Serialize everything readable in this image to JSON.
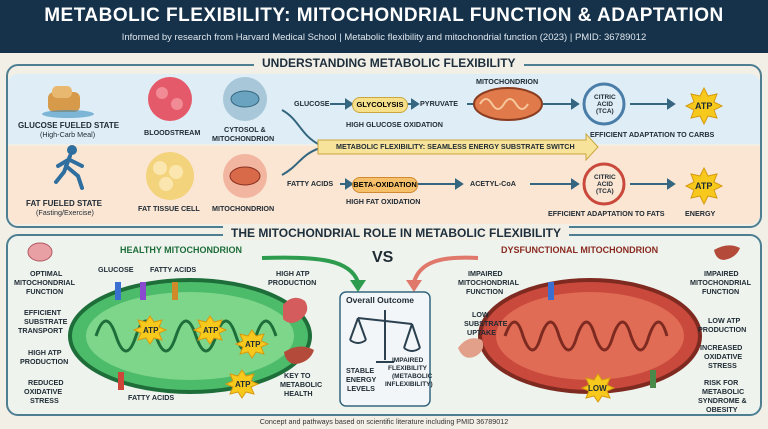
{
  "header": {
    "title": "METABOLIC FLEXIBILITY: MITOCHONDRIAL FUNCTION & ADAPTATION",
    "subtitle": "Informed by research from Harvard Medical School | Metabolic flexibility and mitochondrial function (2023) | PMID: 36789012"
  },
  "top": {
    "title": "UNDERSTANDING METABOLIC FLEXIBILITY",
    "glucose_state": "GLUCOSE FUELED STATE",
    "glucose_state_sub": "(High-Carb Meal)",
    "fat_state": "FAT FUELED STATE",
    "fat_state_sub": "(Fasting/Exercise)",
    "bloodstream": "BLOODSTREAM",
    "cytosol": "CYTOSOL &",
    "cytosol2": "MITOCHONDRION",
    "fat_cell": "FAT TISSUE CELL",
    "mitochondrion": "MITOCHONDRION",
    "glucose": "GLUCOSE",
    "glycolysis": "GLYCOLYSIS",
    "pyruvate": "PYRUVATE",
    "mito_label": "MITOCHONDRION",
    "citric1": "CITRIC",
    "citric2": "ACID",
    "citric3": "(TCA)",
    "atp": "ATP",
    "high_glucose_ox": "HIGH GLUCOSE OXIDATION",
    "efficient_carbs": "EFFICIENT ADAPTATION TO CARBS",
    "switch": "METABOLIC FLEXIBILITY: SEAMLESS ENERGY SUBSTRATE SWITCH",
    "fatty_acids": "FATTY ACIDS",
    "beta_ox": "BETA-OXIDATION",
    "acetyl": "ACETYL-CoA",
    "high_fat_ox": "HIGH FAT OXIDATION",
    "efficient_fats": "EFFICIENT ADAPTATION TO FATS",
    "energy": "ENERGY"
  },
  "bottom": {
    "title": "THE MITOCHONDRIAL ROLE IN METABOLIC FLEXIBILITY",
    "healthy": "HEALTHY MITOCHONDRION",
    "vs": "VS",
    "dysfunctional": "DYSFUNCTIONAL MITOCHONDRION",
    "optimal": [
      "OPTIMAL",
      "MITOCHONDRIAL",
      "FUNCTION"
    ],
    "efficient_transport": [
      "EFFICIENT",
      "SUBSTRATE",
      "TRANSPORT"
    ],
    "high_atp": [
      "HIGH ATP",
      "PRODUCTION"
    ],
    "reduced_stress": [
      "REDUCED",
      "OXIDATIVE",
      "STRESS"
    ],
    "glucose": "GLUCOSE",
    "fatty_acids": "FATTY ACIDS",
    "fatty_acids_bottom": "FATTY ACIDS",
    "high_atp_right": [
      "HIGH ATP",
      "PRODUCTION"
    ],
    "key_health": [
      "KEY TO",
      "METABOLIC",
      "HEALTH"
    ],
    "atp": "ATP",
    "overall": "Overall Outcome",
    "stable": [
      "STABLE",
      "ENERGY",
      "LEVELS"
    ],
    "impaired_flex": [
      "IMPAIRED",
      "FLEXIBILITY",
      "(METABOLIC",
      "INFLEXIBILITY)"
    ],
    "impaired_func_l": [
      "IMPAIRED",
      "MITOCHONDRIAL",
      "FUNCTION"
    ],
    "low_uptake": [
      "LOW",
      "SUBSTRATE",
      "UPTAKE"
    ],
    "impaired_func_r": [
      "IMPAIRED",
      "MITOCHONDRIAL",
      "FUNCTION"
    ],
    "low_atp": [
      "LOW ATP",
      "PRODUCTION"
    ],
    "increased_stress": [
      "INCREASED",
      "OXIDATIVE",
      "STRESS"
    ],
    "risk": [
      "RISK FOR",
      "METABOLIC",
      "SYNDROME &",
      "OBESITY"
    ],
    "low": "LOW"
  },
  "footer": "Concept and pathways based on scientific literature including PMID 36789012",
  "colors": {
    "navy": "#16324a",
    "healthy": "#2e9c4e",
    "dysfunction": "#c9493c",
    "atp": "#f7c91c"
  }
}
